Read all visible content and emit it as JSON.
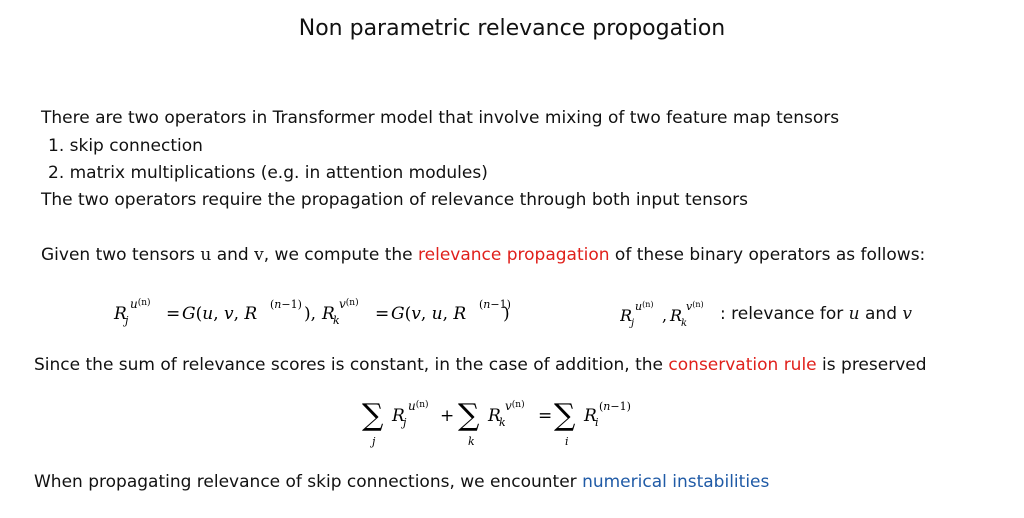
{
  "slide": {
    "title": "Non parametric relevance propogation",
    "intro": "There are two operators in Transformer model that involve mixing of two feature map tensors",
    "list": [
      "1. skip connection",
      "2. matrix multiplications (e.g. in attention modules)"
    ],
    "require": "The two operators require the propagation of relevance through both input tensors",
    "given": {
      "pre": "Given two tensors ",
      "u": "u",
      "and": " and ",
      "v": "v",
      "mid": ", we compute the ",
      "highlight": "relevance propagation",
      "post": " of these binary operators as follows:"
    },
    "formula_label": ": relevance for ",
    "formula_label_and": " and ",
    "conservation": {
      "pre": "Since the sum of relevance scores is constant, in the case of addition, the ",
      "highlight": "conservation rule",
      "post": " is preserved"
    },
    "skip": {
      "pre": "When propagating relevance of skip connections, we encounter ",
      "highlight": "numerical instabilities"
    }
  },
  "colors": {
    "accent_red": "#e0201b",
    "accent_blue": "#1f5aa6"
  }
}
